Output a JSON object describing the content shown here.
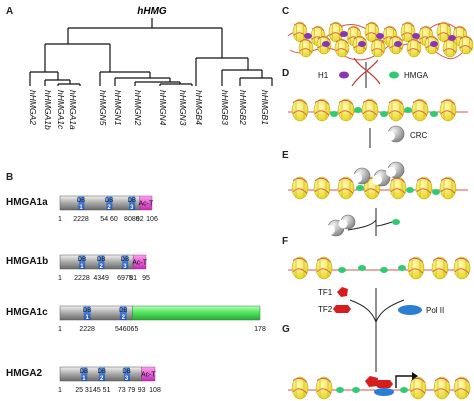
{
  "panels": {
    "a": "A",
    "b": "B",
    "c": "C",
    "d": "D",
    "e": "E",
    "f": "F",
    "g": "G"
  },
  "tree": {
    "root": "hHMG",
    "leaves": [
      "hHMGA2",
      "hHMGA1b",
      "hHMGA1c",
      "hHMGA1a",
      "hHMGN5",
      "hHMGN1",
      "hHMGN2",
      "hHMGN4",
      "hHMGN3",
      "hHMGB4",
      "hHMGB3",
      "hHMGB2",
      "hHMGB1"
    ]
  },
  "proteins": [
    {
      "name": "HMGA1a",
      "length": 106,
      "db_label": "DB",
      "domains": [
        {
          "n": "1",
          "start": 22,
          "end": 28
        },
        {
          "n": "2",
          "start": 54,
          "end": 60
        },
        {
          "n": "3",
          "start": 80,
          "end": 86
        }
      ],
      "act": {
        "label": "Ac-T",
        "start": 92,
        "end": 106
      },
      "ticks": [
        "1",
        "2228",
        "54 60",
        "8086",
        "92",
        "106"
      ]
    },
    {
      "name": "HMGA1b",
      "length": 95,
      "db_label": "DB",
      "domains": [
        {
          "n": "1",
          "start": 22,
          "end": 28
        },
        {
          "n": "2",
          "start": 43,
          "end": 49
        },
        {
          "n": "3",
          "start": 69,
          "end": 75
        }
      ],
      "act": {
        "label": "Ac-T",
        "start": 81,
        "end": 95
      },
      "ticks": [
        "1",
        "2228",
        "4349",
        "6975",
        "81",
        "95"
      ]
    },
    {
      "name": "HMGA1c",
      "length": 178,
      "db_label": "DB",
      "domains": [
        {
          "n": "1",
          "start": 22,
          "end": 28
        },
        {
          "n": "2",
          "start": 54,
          "end": 60
        }
      ],
      "tail": {
        "start": 65,
        "end": 178
      },
      "ticks": [
        "1",
        "2228",
        "546065",
        "178"
      ]
    },
    {
      "name": "HMGA2",
      "length": 108,
      "db_label": "DB",
      "domains": [
        {
          "n": "1",
          "start": 25,
          "end": 31
        },
        {
          "n": "2",
          "start": 45,
          "end": 51
        },
        {
          "n": "3",
          "start": 73,
          "end": 79
        }
      ],
      "act": {
        "label": "Ac-T",
        "start": 93,
        "end": 108
      },
      "ticks": [
        "1",
        "25 31",
        "45 51",
        "73 79",
        "93",
        "108"
      ]
    }
  ],
  "labels": {
    "h1": "H1",
    "hmga": "HMGA",
    "crc": "CRC",
    "tf1": "TF1",
    "tf2": "TF2",
    "pol": "Pol II"
  },
  "colors": {
    "domain": "#2e6fd6",
    "act": "#e63cd8",
    "tail": "#4ee05a",
    "dna": "#d9534f",
    "nucleosome": "#f4ea3c",
    "h1": "#8a35b8",
    "hmga": "#2ecc71",
    "crc": "#8c8c8c",
    "tf": "#d81c1c",
    "pol": "#2a7fd4"
  }
}
